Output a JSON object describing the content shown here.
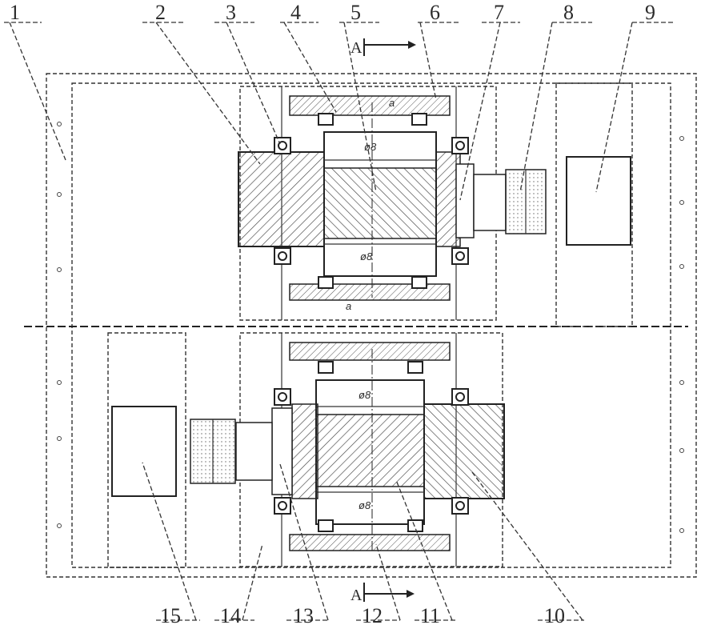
{
  "labels": [
    "1",
    "2",
    "3",
    "4",
    "5",
    "6",
    "7",
    "8",
    "9",
    "10",
    "11",
    "12",
    "13",
    "14",
    "15"
  ],
  "section_marks": {
    "top": "A",
    "bottom": "A"
  },
  "dims": {
    "upper_top": "a",
    "upper_bottom": "a"
  },
  "colors": {
    "ink": "#222222",
    "paper": "#ffffff",
    "hatch": "#444444"
  }
}
